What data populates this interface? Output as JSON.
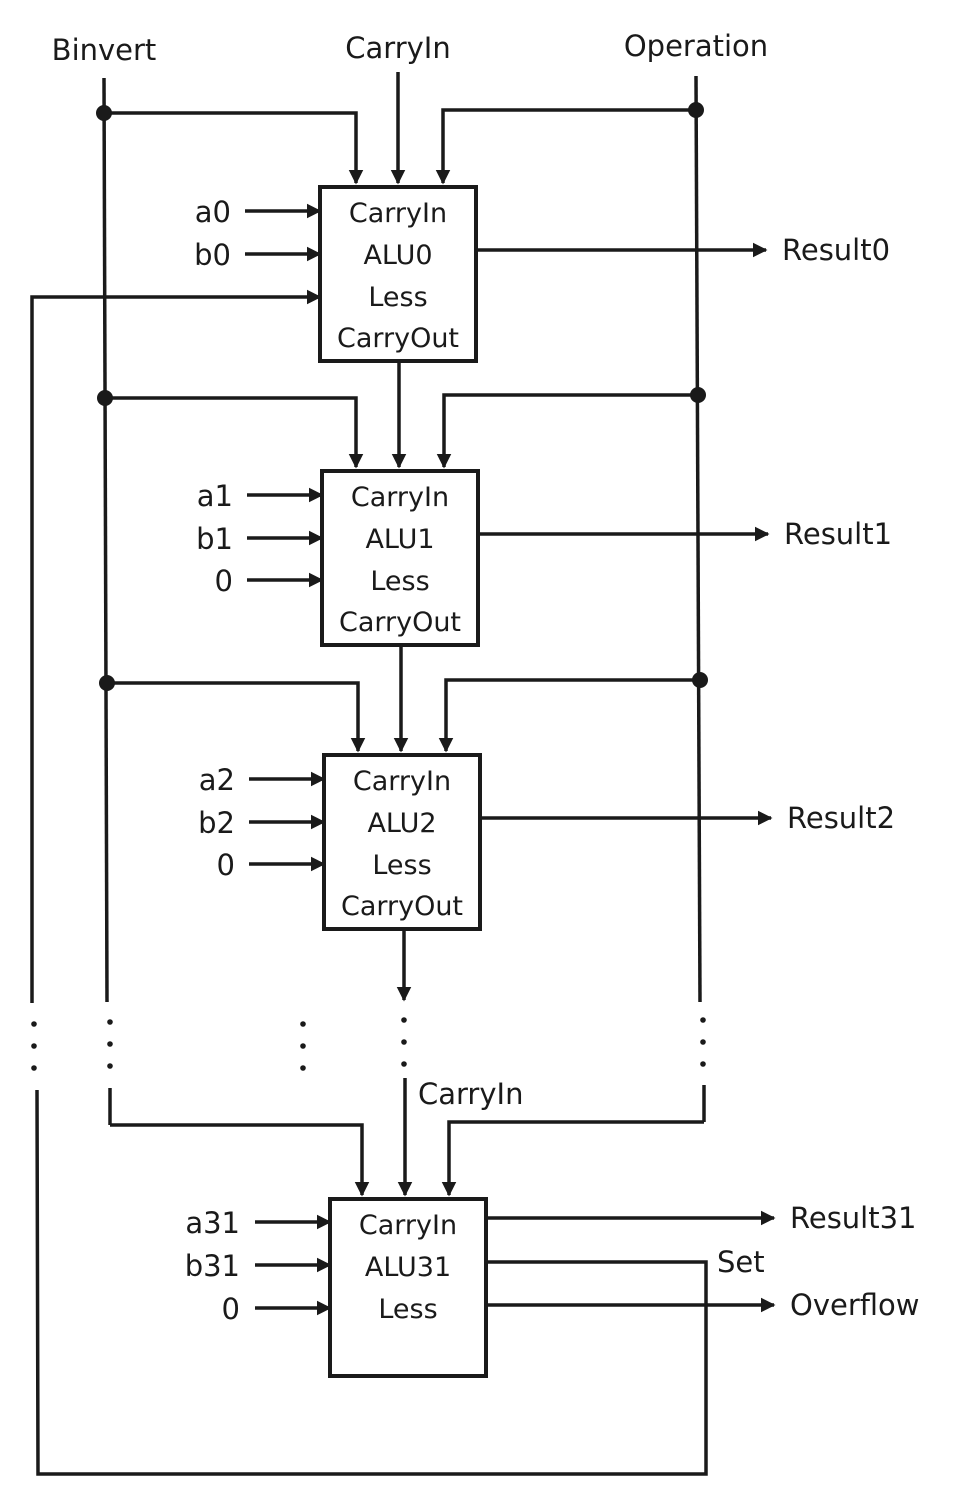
{
  "signals": {
    "binvert": "Binvert",
    "carryin": "CarryIn",
    "operation": "Operation",
    "carryin_mid": "CarryIn",
    "set": "Set",
    "overflow": "Overflow"
  },
  "alus": [
    {
      "name": "ALU0",
      "carry_in": "CarryIn",
      "less": "Less",
      "carry_out": "CarryOut",
      "input_a": "a0",
      "input_b": "b0",
      "less_input": "",
      "result": "Result0"
    },
    {
      "name": "ALU1",
      "carry_in": "CarryIn",
      "less": "Less",
      "carry_out": "CarryOut",
      "input_a": "a1",
      "input_b": "b1",
      "less_input": "0",
      "result": "Result1"
    },
    {
      "name": "ALU2",
      "carry_in": "CarryIn",
      "less": "Less",
      "carry_out": "CarryOut",
      "input_a": "a2",
      "input_b": "b2",
      "less_input": "0",
      "result": "Result2"
    },
    {
      "name": "ALU31",
      "carry_in": "CarryIn",
      "less": "Less",
      "carry_out": "",
      "input_a": "a31",
      "input_b": "b31",
      "less_input": "0",
      "result": "Result31"
    }
  ]
}
